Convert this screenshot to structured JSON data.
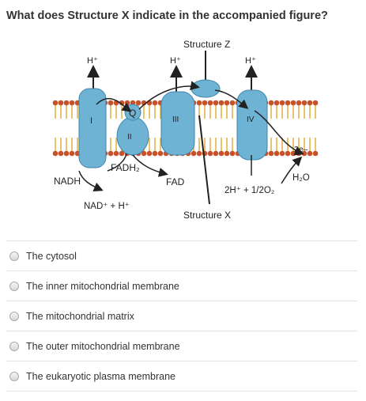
{
  "question": {
    "text": "What does Structure X indicate in the accompanied figure?"
  },
  "figure": {
    "label_structure_z": "Structure Z",
    "label_structure_x": "Structure X",
    "proton_labels": [
      "H⁺",
      "H⁺",
      "H⁺"
    ],
    "complex_labels": [
      "I",
      "II",
      "III",
      "IV"
    ],
    "ubiquinone_label": "Q",
    "label_nadh": "NADH",
    "label_nad": "NAD⁺ + H⁺",
    "label_fadh2": "FADH₂",
    "label_fad": "FAD",
    "label_2e": "2e–",
    "label_oxygen": "2H⁺ + 1/2O₂",
    "label_water": "H₂O",
    "colors": {
      "protein": "#6fb3d4",
      "protein_dark": "#3f86ad",
      "lipid_head": "#c8512a",
      "lipid_tail": "#e0b13a"
    }
  },
  "options": [
    {
      "label": "The cytosol"
    },
    {
      "label": "The inner mitochondrial membrane"
    },
    {
      "label": "The mitochondrial matrix"
    },
    {
      "label": "The outer mitochondrial membrane"
    },
    {
      "label": "The eukaryotic plasma membrane"
    }
  ]
}
